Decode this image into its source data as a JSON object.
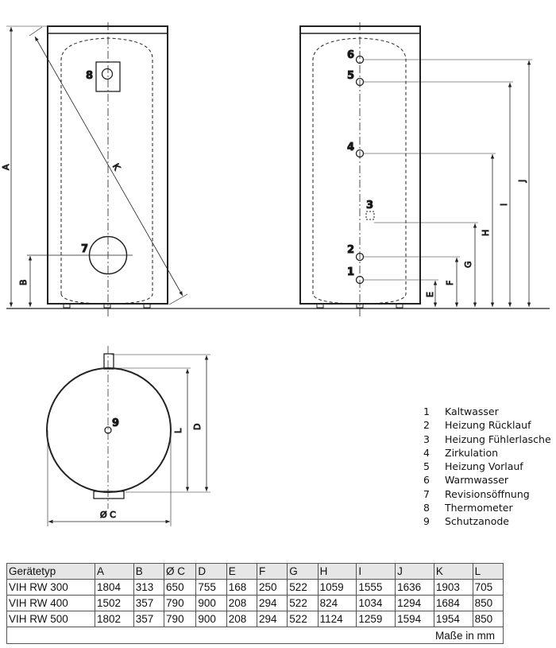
{
  "front_view": {
    "dims": {
      "A": "A",
      "B": "B",
      "K": "K"
    },
    "markers": {
      "m7": "7",
      "m8": "8"
    }
  },
  "side_view": {
    "dims": {
      "E": "E",
      "F": "F",
      "G": "G",
      "H": "H",
      "I": "I",
      "J": "J"
    },
    "markers": [
      "1",
      "2",
      "3",
      "4",
      "5",
      "6"
    ]
  },
  "top_view": {
    "dims": {
      "C": "Ø C",
      "D": "D",
      "L": "L"
    },
    "markers": {
      "m9": "9"
    }
  },
  "legend": [
    {
      "n": "1",
      "label": "Kaltwasser"
    },
    {
      "n": "2",
      "label": "Heizung Rücklauf"
    },
    {
      "n": "3",
      "label": "Heizung Fühlerlasche"
    },
    {
      "n": "4",
      "label": "Zirkulation"
    },
    {
      "n": "5",
      "label": "Heizung Vorlauf"
    },
    {
      "n": "6",
      "label": "Warmwasser"
    },
    {
      "n": "7",
      "label": "Revisionsöffnung"
    },
    {
      "n": "8",
      "label": "Thermometer"
    },
    {
      "n": "9",
      "label": "Schutzanode"
    }
  ],
  "table": {
    "headers": [
      "Gerätetyp",
      "A",
      "B",
      "Ø C",
      "D",
      "E",
      "F",
      "G",
      "H",
      "I",
      "J",
      "K",
      "L"
    ],
    "rows": [
      [
        "VIH RW 300",
        "1804",
        "313",
        "650",
        "755",
        "168",
        "250",
        "522",
        "1059",
        "1555",
        "1636",
        "1903",
        "705"
      ],
      [
        "VIH RW 400",
        "1502",
        "357",
        "790",
        "900",
        "208",
        "294",
        "522",
        "824",
        "1034",
        "1294",
        "1684",
        "850"
      ],
      [
        "VIH RW 500",
        "1802",
        "357",
        "790",
        "900",
        "208",
        "294",
        "522",
        "1124",
        "1259",
        "1594",
        "1954",
        "850"
      ]
    ],
    "footer": "Maße in mm"
  }
}
